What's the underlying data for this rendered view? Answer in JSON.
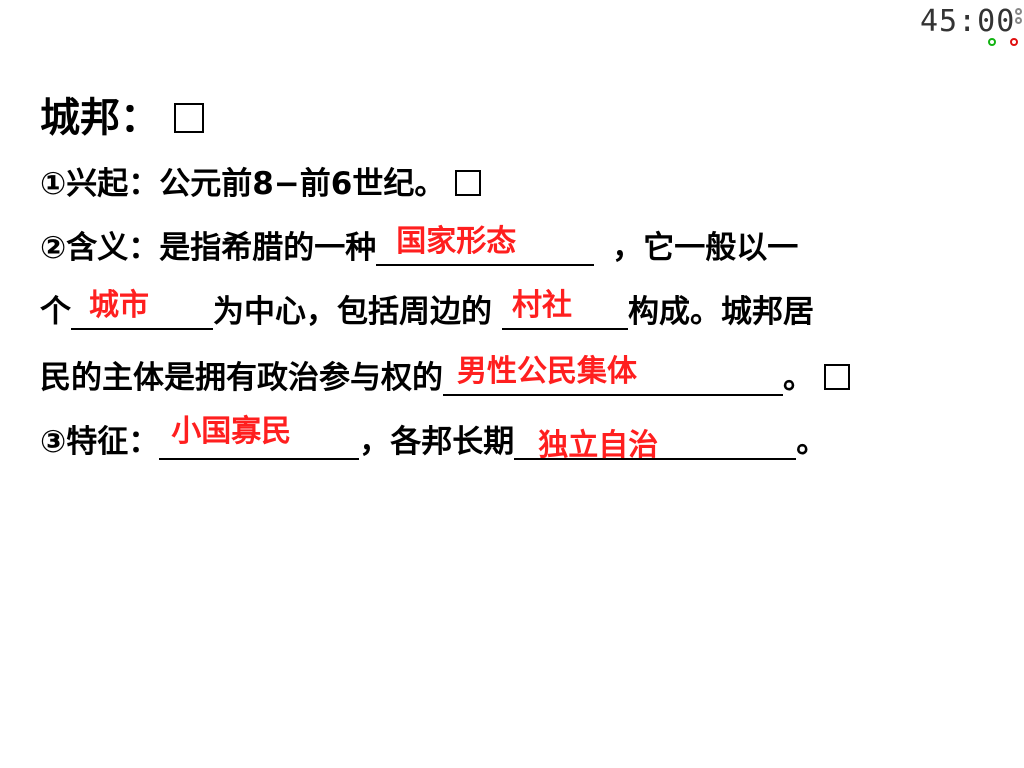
{
  "timer": {
    "display": "45:00"
  },
  "heading": {
    "title": "城邦："
  },
  "lines": {
    "rise": "①兴起：公元前8−前6世纪。",
    "meaning_prefix": "②含义：是指希腊的一种",
    "meaning_suffix": "，它一般以一",
    "line3_prefix": "个",
    "line3_mid": "为中心，包括周边的",
    "line3_suffix": "构成。城邦居",
    "line4_prefix": "民的主体是拥有政治参与权的",
    "line4_suffix": "。",
    "features_prefix": "③特征：",
    "features_mid": "，各邦长期",
    "features_suffix": "。"
  },
  "answers": {
    "state_form": "国家形态",
    "city": "城市",
    "village": "村社",
    "male_citizens": "男性公民集体",
    "small_state": "小国寡民",
    "autonomy": "独立自治"
  },
  "colors": {
    "answer": "#ff1f1f",
    "timer_start": "#12b312",
    "timer_stop": "#e01010"
  }
}
